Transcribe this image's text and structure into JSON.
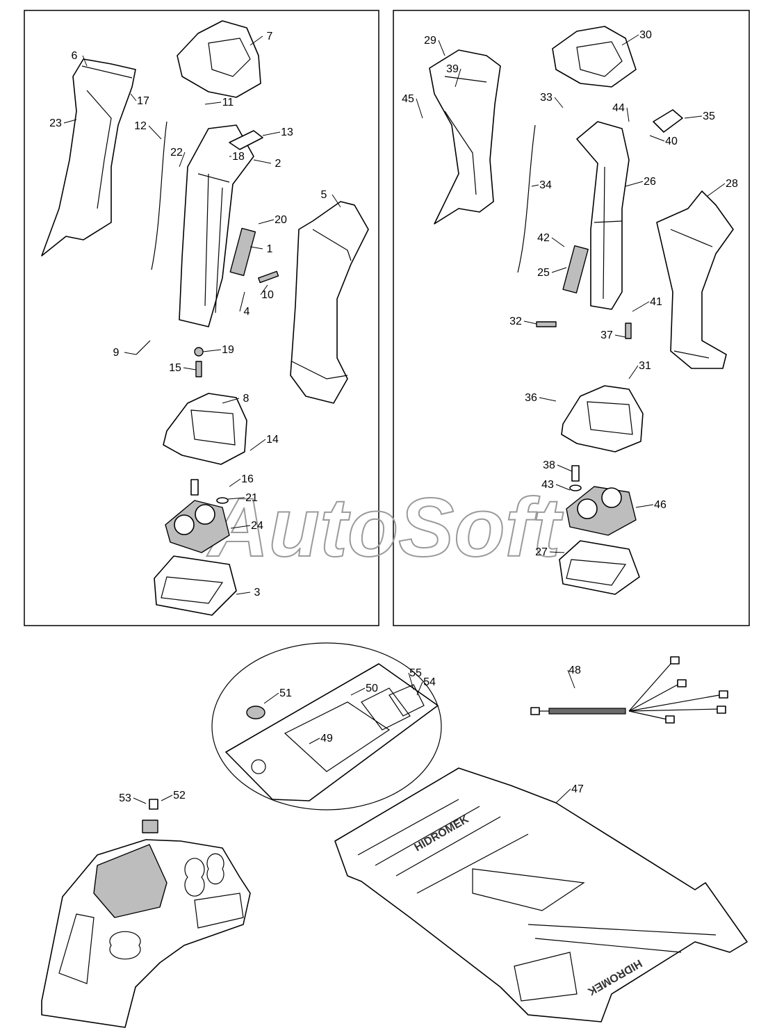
{
  "watermark": "AutoSoft",
  "brand_label": "HIDROMEK",
  "callouts": [
    "1",
    "2",
    "3",
    "4",
    "5",
    "6",
    "7",
    "8",
    "9",
    "10",
    "11",
    "12",
    "13",
    "14",
    "15",
    "16",
    "17",
    "18",
    "19",
    "20",
    "21",
    "22",
    "23",
    "24",
    "25",
    "26",
    "27",
    "28",
    "29",
    "30",
    "31",
    "32",
    "33",
    "34",
    "35",
    "36",
    "37",
    "38",
    "39",
    "40",
    "41",
    "42",
    "43",
    "44",
    "45",
    "46",
    "47",
    "48",
    "49",
    "50",
    "51",
    "52",
    "53",
    "54",
    "55"
  ],
  "panels": [
    "left-joystick-assembly",
    "right-joystick-assembly"
  ]
}
